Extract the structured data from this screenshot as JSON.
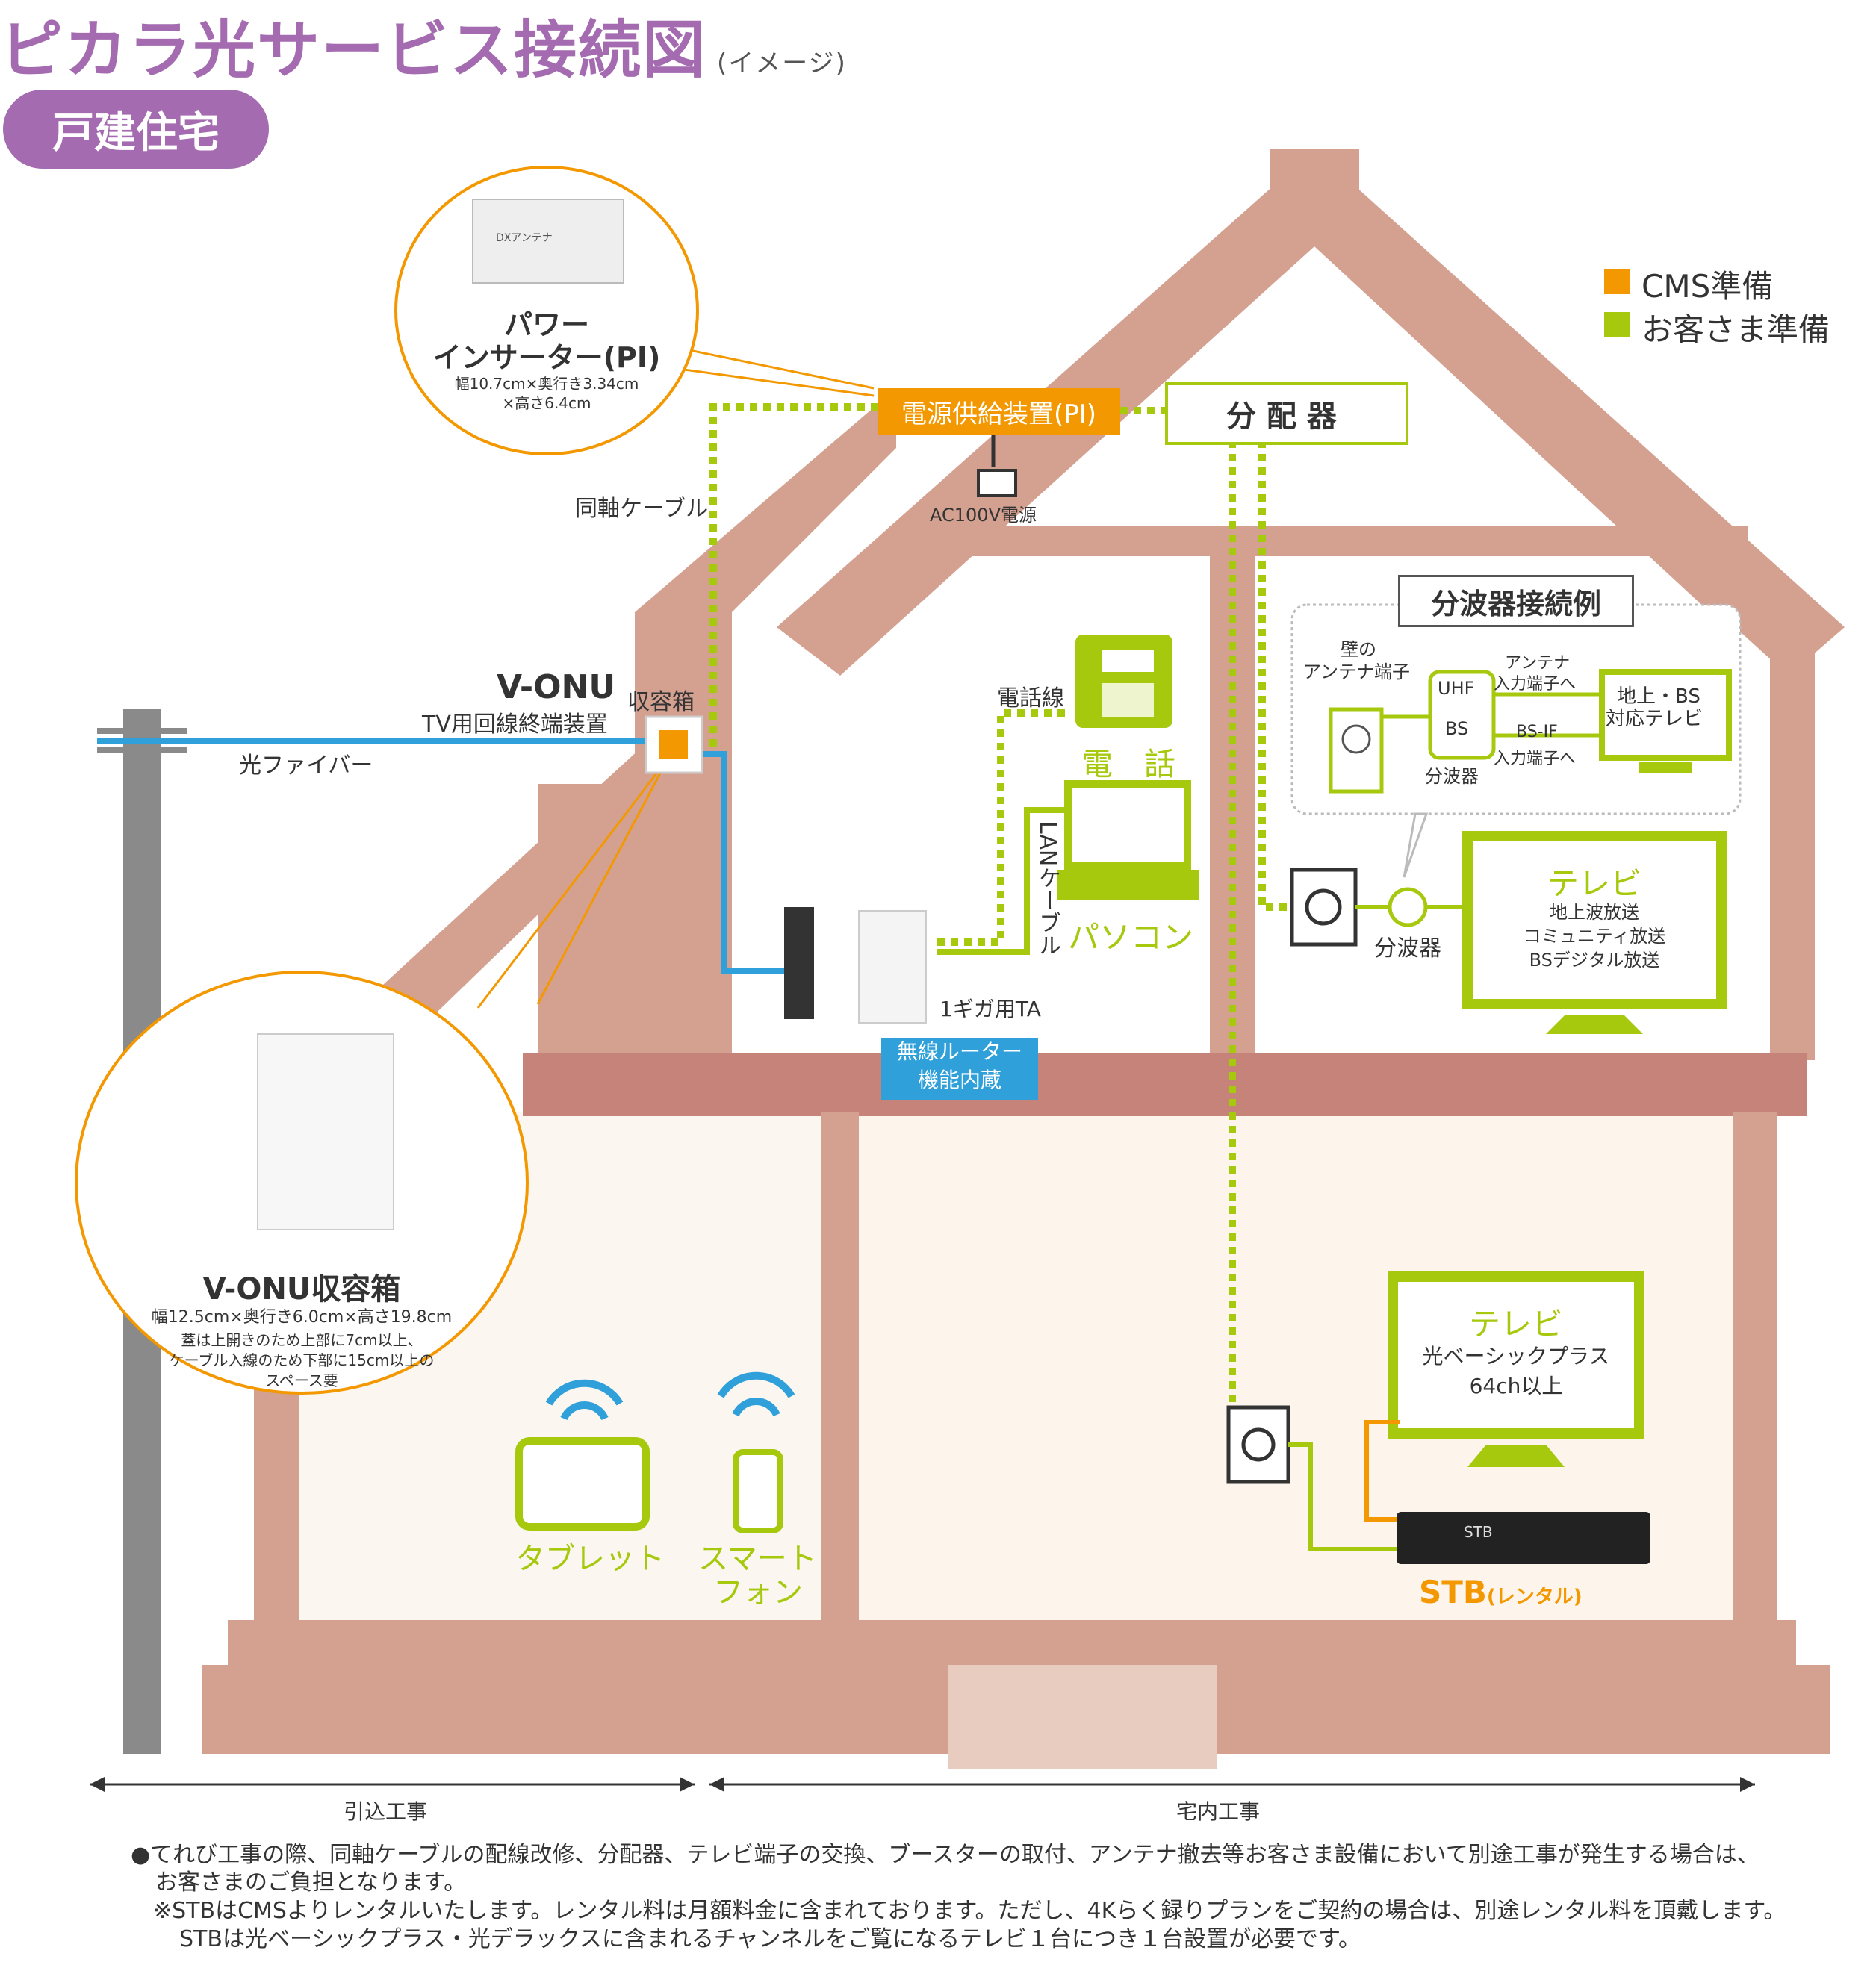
{
  "header": {
    "title": "ピカラ光サービス接続図",
    "title_note": "(イメージ)",
    "badge": "戸建住宅"
  },
  "legend": {
    "cms": "CMS準備",
    "customer": "お客さま準備",
    "cms_color": "#f39800",
    "customer_color": "#a6c80d"
  },
  "power_inserter": {
    "name_line1": "パワー",
    "name_line2": "インサーター(PI)",
    "dims_line1": "幅10.7cm×奥行き3.34cm",
    "dims_line2": "×高さ6.4cm",
    "device_brand": "DXアンテナ"
  },
  "devices": {
    "power_supply": "電源供給装置(PI)",
    "distributor": "分配器",
    "ac_power": "AC100V電源",
    "coax_cable": "同軸ケーブル",
    "vonu_name": "V-ONU",
    "vonu_desc": "TV用回線終端装置",
    "vonu_box": "収容箱",
    "optical_fiber": "光ファイバー",
    "phone_line": "電話線",
    "phone": "電　話",
    "lan_cable": "LANケーブル",
    "pc": "パソコン",
    "ta": "1ギガ用TA",
    "wireless_line1": "無線ルーター",
    "wireless_line2": "機能内蔵",
    "tablet": "タブレット",
    "smartphone_line1": "スマート",
    "smartphone_line2": "フォン",
    "stb_main": "STB",
    "stb_sub": "(レンタル)",
    "stb_device_label": "STB"
  },
  "splitter_example": {
    "title": "分波器接続例",
    "wall_line1": "壁の",
    "wall_line2": "アンテナ端子",
    "uhf": "UHF",
    "bs": "BS",
    "splitter": "分波器",
    "antenna_in_line1": "アンテナ",
    "antenna_in_line2": "入力端子へ",
    "bsif_line1": "BS-IF",
    "bsif_line2": "入力端子へ",
    "tv_line1": "地上・BS",
    "tv_line2": "対応テレビ"
  },
  "tv_upper": {
    "title": "テレビ",
    "line1": "地上波放送",
    "line2": "コミュニティ放送",
    "line3": "BSデジタル放送",
    "splitter": "分波器"
  },
  "tv_lower": {
    "title": "テレビ",
    "line1": "光ベーシックプラス",
    "line2": "64ch以上"
  },
  "vonu_box_callout": {
    "name": "V-ONU収容箱",
    "dims": "幅12.5cm×奥行き6.0cm×高さ19.8cm",
    "note_line1": "蓋は上開きのため上部に7cm以上、",
    "note_line2": "ケーブル入線のため下部に15cm以上の",
    "note_line3": "スペース要"
  },
  "ranges": {
    "lead_in": "引込工事",
    "indoor": "宅内工事"
  },
  "notes": {
    "line1": "●てれび工事の際、同軸ケーブルの配線改修、分配器、テレビ端子の交換、ブースターの取付、アンテナ撤去等お客さま設備において別途工事が発生する場合は、",
    "line2": "お客さまのご負担となります。",
    "line3": "※STBはCMSよりレンタルいたします。レンタル料は月額料金に含まれております。ただし、4Kらく録りプランをご契約の場合は、別途レンタル料を頂戴します。",
    "line4": "STBは光ベーシックプラス・光デラックスに含まれるチャンネルをご覧になるテレビ１台につき１台設置が必要です。"
  }
}
